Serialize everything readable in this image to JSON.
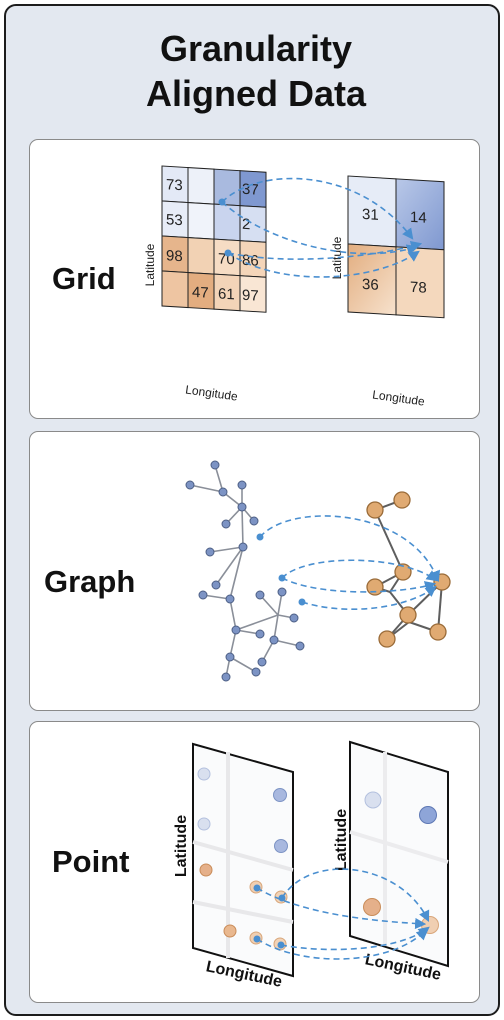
{
  "title": {
    "line1": "Granularity",
    "line2": "Aligned Data"
  },
  "grid_panel": {
    "label": "Grid",
    "fine_values": [
      "73",
      "37",
      "53",
      "2",
      "98",
      "70",
      "86",
      "47",
      "61",
      "97"
    ],
    "coarse_values": [
      "31",
      "14",
      "36",
      "78"
    ],
    "axis_lat": "Latitude",
    "axis_lon": "Longitude"
  },
  "graph_panel": {
    "label": "Graph"
  },
  "point_panel": {
    "label": "Point",
    "axis_lat": "Latitude",
    "axis_lon": "Longitude"
  },
  "colors": {
    "blue_node": "#7c93c4",
    "orange_node": "#e0aa72",
    "arrow": "#4a8fd0",
    "light_blue_cell": "#e3e9f6",
    "mid_blue_cell": "#8ea5d8",
    "orange_cell": "#e6b58c",
    "light_orange_cell": "#f7dfc8"
  }
}
